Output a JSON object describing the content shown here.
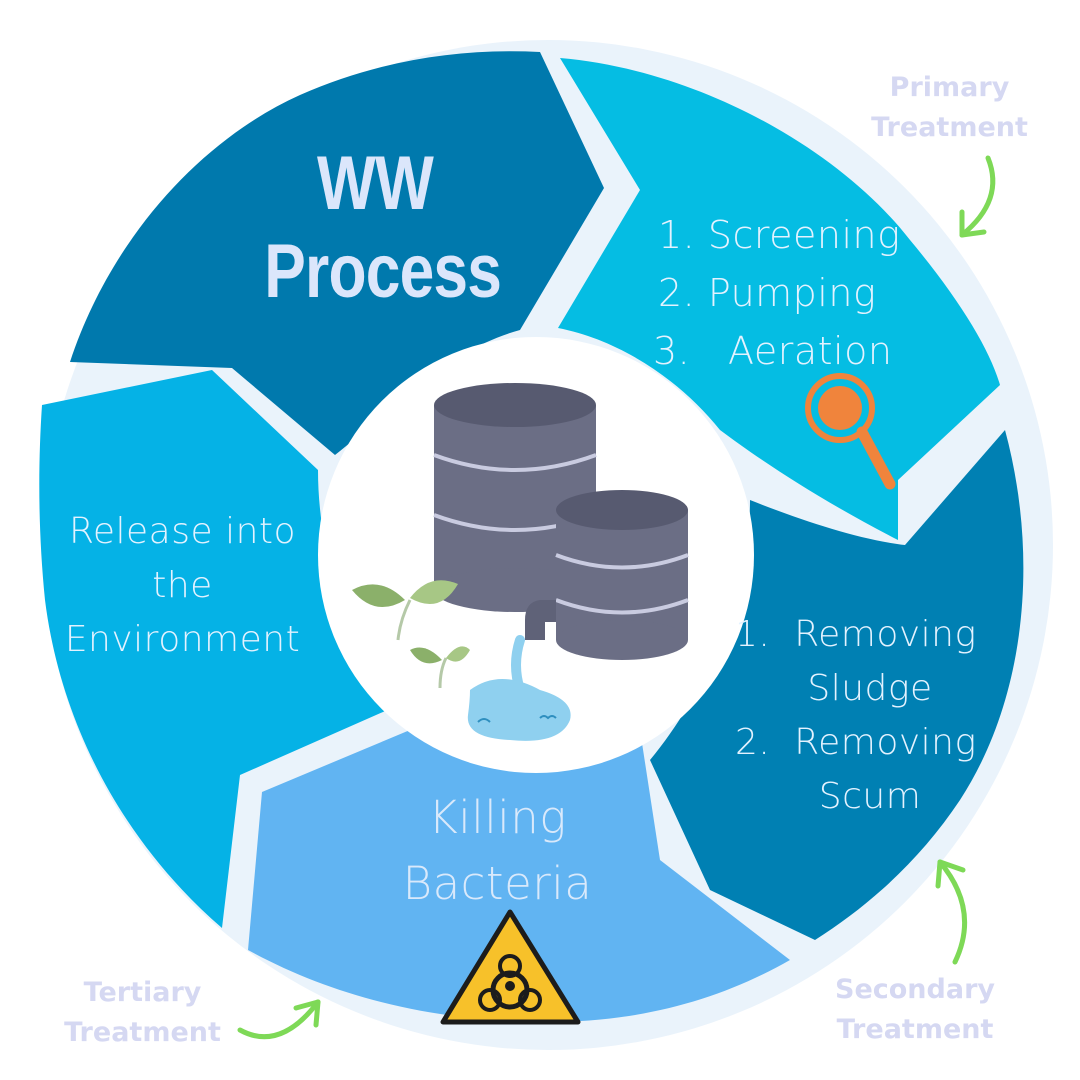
{
  "title": {
    "line1": "WW",
    "line2": "Process"
  },
  "segments": {
    "primary": {
      "items": [
        "1. Screening",
        "2. Pumping",
        "3.   Aeration"
      ],
      "icon": "magnifier-icon",
      "color": "#05bde3"
    },
    "secondary": {
      "items": [
        "1.  Removing",
        "Sludge",
        "2.  Removing",
        "Scum"
      ],
      "color": "#0080b3"
    },
    "tertiary": {
      "line1": "Killing",
      "line2": "Bacteria",
      "icon": "biohazard-icon",
      "color": "#61b4f2"
    },
    "release": {
      "line1": "Release into",
      "line2": "the",
      "line3": "Environment",
      "color": "#05b2e6"
    },
    "intro": {
      "color": "#0079ad"
    }
  },
  "labels": {
    "primary": {
      "line1": "Primary",
      "line2": "Treatment"
    },
    "secondary": {
      "line1": "Secondary",
      "line2": "Treatment"
    },
    "tertiary": {
      "line1": "Tertiary",
      "line2": "Treatment"
    }
  },
  "center_icons": [
    "database-icon",
    "sprout-icon",
    "water-outflow-icon"
  ],
  "colors": {
    "arrow_green": "#7ed957",
    "label_text": "#d5d8f2",
    "segment_text": "#e3f2ff"
  }
}
